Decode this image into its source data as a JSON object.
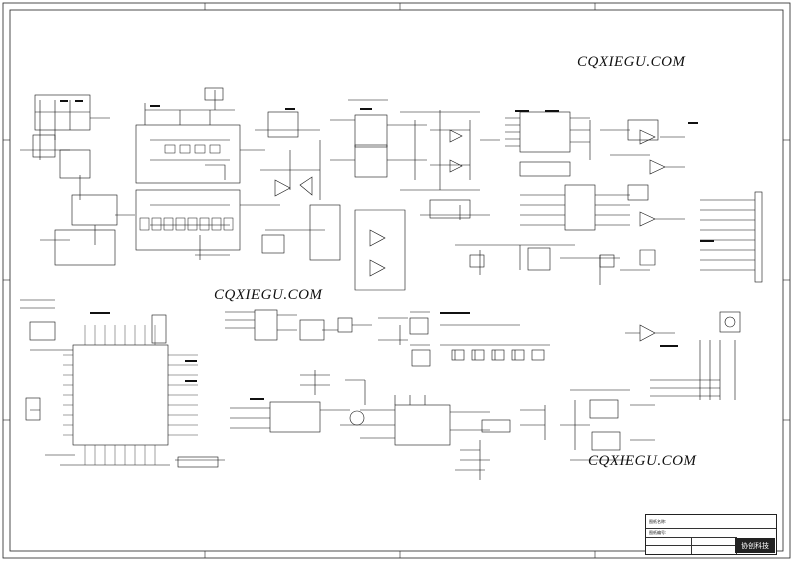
{
  "watermarks": [
    "CQXIEGU.COM",
    "CQXIEGU.COM",
    "CQXIEGU.COM"
  ],
  "title_block": {
    "drawing_title_label": "图纸名称:",
    "drawing_no_label": "图纸编号:",
    "company_logo_text": "协创科技"
  },
  "colors": {
    "ink": "#111111",
    "paper": "#ffffff"
  }
}
